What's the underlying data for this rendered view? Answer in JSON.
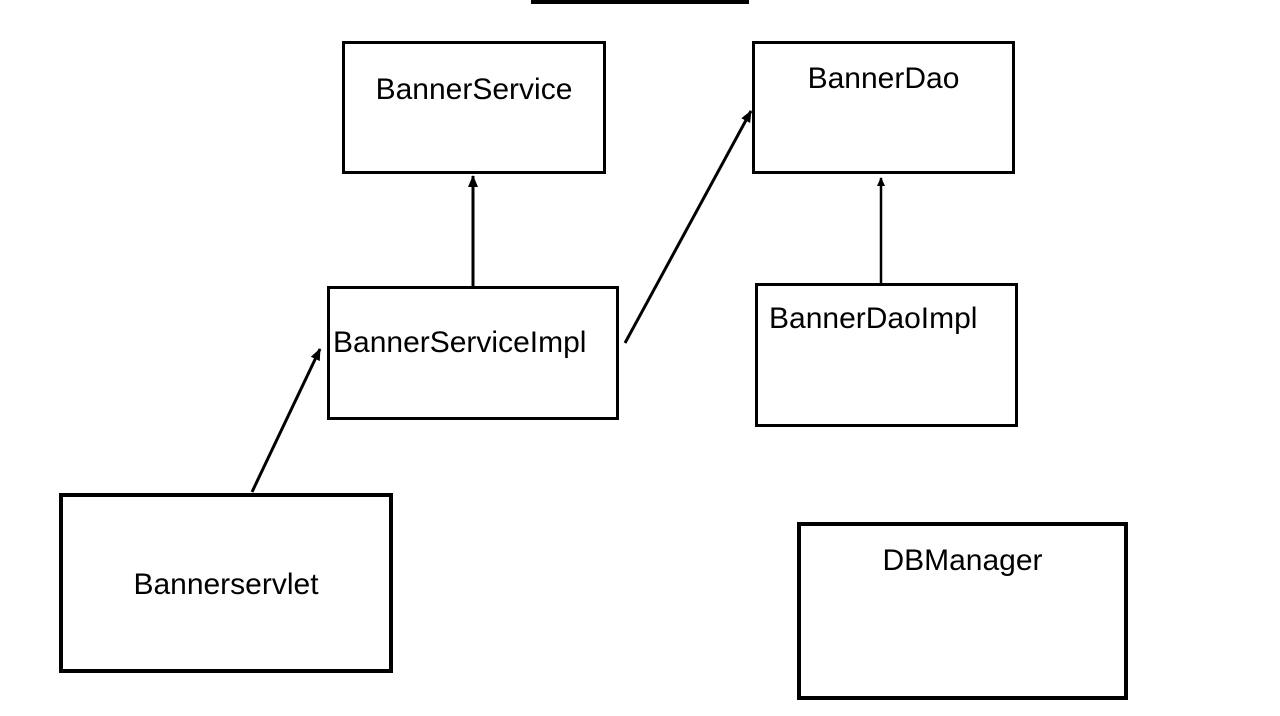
{
  "diagram": {
    "background_color": "#ffffff",
    "line_color": "#000000",
    "nodes": [
      {
        "id": "banner-service",
        "label": "BannerService"
      },
      {
        "id": "banner-dao",
        "label": "BannerDao"
      },
      {
        "id": "banner-service-impl",
        "label": "BannerServiceImpl"
      },
      {
        "id": "banner-dao-impl",
        "label": "BannerDaoImpl"
      },
      {
        "id": "banner-servlet",
        "label": "Bannerservlet"
      },
      {
        "id": "db-manager",
        "label": "DBManager"
      }
    ],
    "edges": [
      {
        "from": "BannerServiceImpl",
        "to": "BannerService",
        "style": "solid-arrow"
      },
      {
        "from": "BannerServiceImpl",
        "to": "BannerDao",
        "style": "solid-arrow"
      },
      {
        "from": "BannerDaoImpl",
        "to": "BannerDao",
        "style": "solid-arrow"
      },
      {
        "from": "Bannerservlet",
        "to": "BannerServiceImpl",
        "style": "solid-arrow"
      }
    ],
    "partial_box_at_top": true
  }
}
